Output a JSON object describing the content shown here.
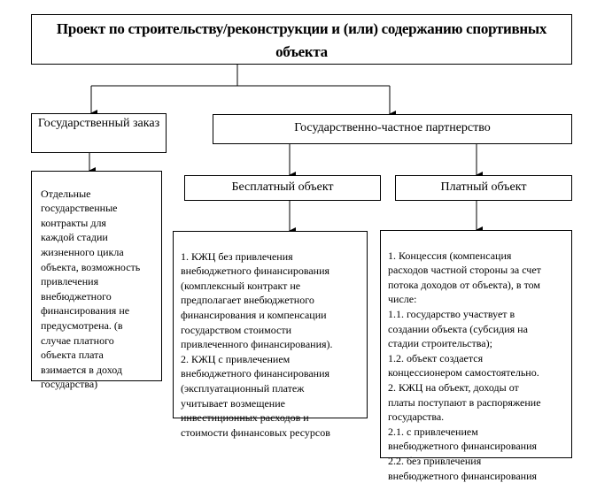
{
  "root": {
    "title": "Проект по строительству/реконструкции и (или) содержанию спортивных объекта"
  },
  "branches": {
    "state_order": {
      "title": "Государственный заказ",
      "description": "Отдельные\nгосударственные\nконтракты для\nкаждой стадии\nжизненного цикла\nобъекта, возможность\nпривлечения\nвнебюджетного\nфинансирования не\nпредусмотрена. (в\nслучае платного\nобъекта плата\nвзимается в доход\nгосударства)"
    },
    "ppp": {
      "title": "Государственно-частное партнерство",
      "free_object": {
        "title": "Бесплатный объект",
        "description": " 1. КЖЦ без привлечения\nвнебюджетного финансирования\n(комплексный контракт не\nпредполагает внебюджетного\nфинансирования и компенсации\nгосударством стоимости\nпривлеченного финансирования).\n2. КЖЦ с привлечением\nвнебюджетного финансирования\n(эксплуатационный платеж\nучитывает возмещение\nинвестиционных расходов и\nстоимости финансовых ресурсов"
      },
      "paid_object": {
        "title": "Платный объект",
        "description": " 1. Концессия (компенсация\nрасходов частной стороны за счет\nпотока доходов от объекта), в том\nчисле:\n1.1. государство участвует в\nсоздании объекта (субсидия на\nстадии строительства);\n1.2. объект создается\nконцессионером самостоятельно.\n2. КЖЦ на объект, доходы от\nплаты поступают в распоряжение\nгосударства.\n2.1. с привлечением\nвнебюджетного финансирования\n2.2. без привлечения\nвнебюджетного финансирования"
      }
    }
  }
}
